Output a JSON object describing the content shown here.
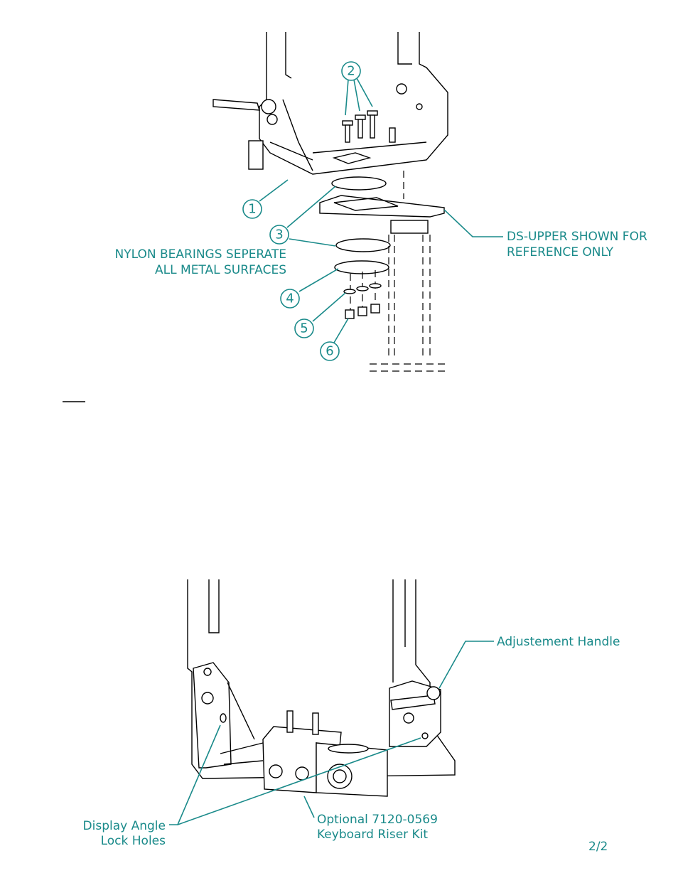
{
  "top_diagram": {
    "callouts": {
      "nylon_line1": "NYLON BEARINGS SEPERATE",
      "nylon_line2": "ALL METAL SURFACES",
      "ds_line1": "DS-UPPER SHOWN FOR",
      "ds_line2": "REFERENCE ONLY"
    },
    "item_numbers": [
      "1",
      "2",
      "3",
      "4",
      "5",
      "6"
    ]
  },
  "bottom_diagram": {
    "callouts": {
      "handle": "Adjustement Handle",
      "lock_line1": "Display Angle",
      "lock_line2": "Lock Holes",
      "riser_line1": "Optional 7120-0569",
      "riser_line2": "Keyboard Riser Kit"
    }
  },
  "page_number": "2/2",
  "colors": {
    "accent": "#1a8a8a",
    "line": "#000000"
  }
}
